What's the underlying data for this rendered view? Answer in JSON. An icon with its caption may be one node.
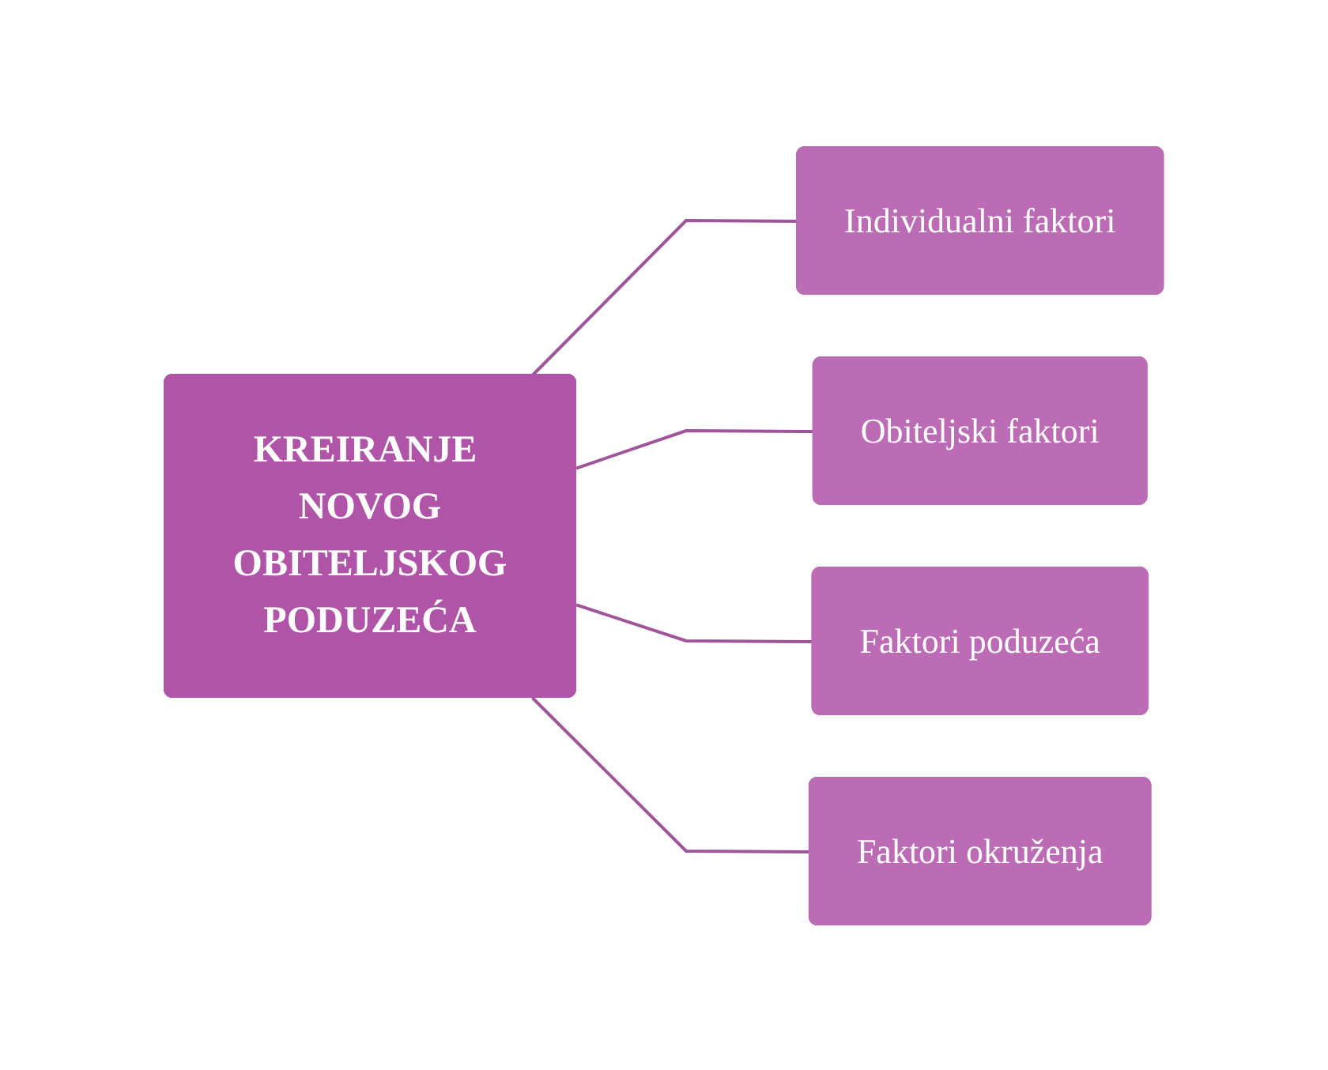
{
  "diagram": {
    "nodes": [
      {
        "text": [
          "KREIRANJE NOVOG OBITELJSKOG PODUZEĆA"
        ]
      },
      {
        "text": [
          "Individualni faktori"
        ]
      },
      {
        "text": [
          "Obiteljski faktori"
        ]
      },
      {
        "text": [
          "Faktori poduzeća"
        ]
      },
      {
        "text": [
          "Faktori okruženja"
        ]
      }
    ],
    "edges": [
      {
        "from": 0,
        "to": 1,
        "arrow": "none"
      },
      {
        "from": 0,
        "to": 2,
        "arrow": "none"
      },
      {
        "from": 0,
        "to": 3,
        "arrow": "none"
      },
      {
        "from": 0,
        "to": 4,
        "arrow": "none"
      }
    ]
  }
}
